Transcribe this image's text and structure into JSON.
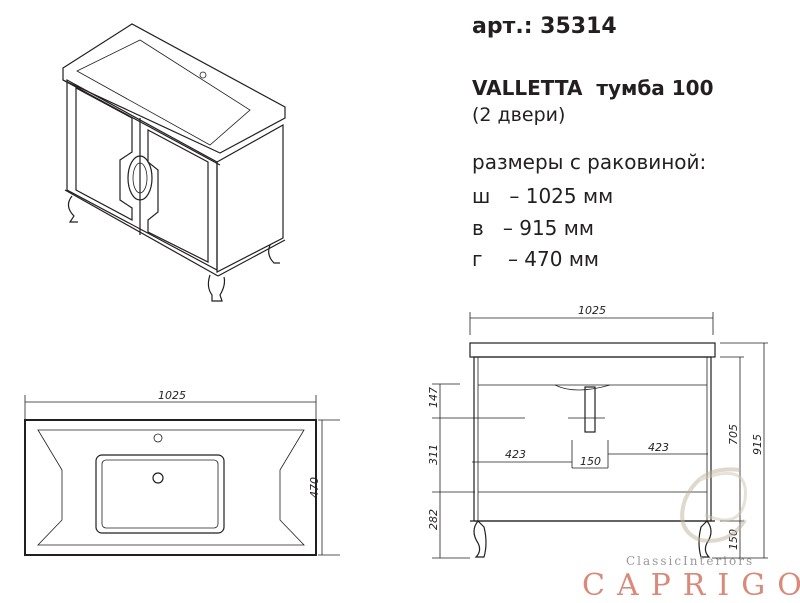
{
  "product": {
    "article": "арт.: 35314",
    "model": "VALLETTA  тумба 100",
    "doors": "(2 двери)",
    "dimensions_heading": "размеры с раковиной:",
    "dimensions": [
      "ш   – 1025 мм",
      "в   – 915 мм",
      "г    – 470 мм"
    ]
  },
  "top_view": {
    "width_label": "1025",
    "depth_label": "470"
  },
  "front_view": {
    "width_label": "1025",
    "left_dims": [
      "147",
      "311",
      "282"
    ],
    "pipe_left": "423",
    "pipe_gap": "150",
    "pipe_right": "423",
    "body_height": "705",
    "total_height": "915",
    "leg_height": "150"
  },
  "logo": {
    "subtitle": "ClassicInteriors",
    "brand": "CAPRIGO",
    "color": "#d88b7a"
  }
}
